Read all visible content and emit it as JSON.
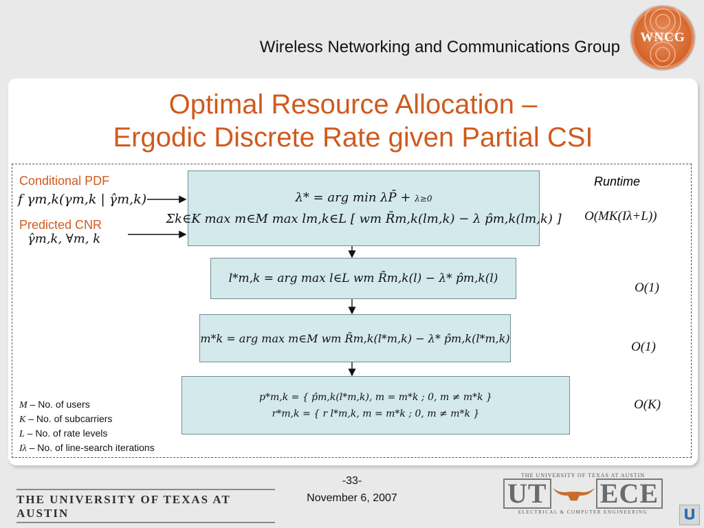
{
  "header": {
    "group_name": "Wireless Networking and Communications Group",
    "logo_text": "WNCG"
  },
  "slide": {
    "title_line1": "Optimal Resource Allocation –",
    "title_line2": "Ergodic Discrete Rate given Partial CSI"
  },
  "inputs": {
    "conditional_pdf_label": "Conditional PDF",
    "conditional_pdf_math": "f γm,k(γm,k | γ̂m,k)",
    "predicted_cnr_label": "Predicted CNR",
    "predicted_cnr_math": "γ̂m,k, ∀m, k"
  },
  "equations": {
    "eq1_line1": "λ* = arg min λP̄ +",
    "eq1_line1_sub": "λ≥0",
    "eq1_line2": "Σk∈K max m∈M max lm,k∈L [ wm R̄m,k(lm,k) − λ p̂m,k(lm,k) ]",
    "eq2": "l*m,k = arg max l∈L wm R̄m,k(l) − λ* p̂m,k(l)",
    "eq3": "m*k = arg max m∈M wm R̄m,k(l*m,k) − λ* p̂m,k(l*m,k)",
    "eq4_left": "p*m,k = { p̂m,k(l*m,k), m = m*k ; 0, m ≠ m*k }",
    "eq4_right": "r*m,k = { r l*m,k, m = m*k ; 0, m ≠ m*k }"
  },
  "runtime": {
    "heading": "Runtime",
    "r1": "O(MK(Iλ+L))",
    "r2": "O(1)",
    "r3": "O(1)",
    "r4": "O(K)"
  },
  "legend": [
    {
      "symbol": "M",
      "text": " – No. of users"
    },
    {
      "symbol": "K",
      "text": " – No. of subcarriers"
    },
    {
      "symbol": "L",
      "text": " – No. of rate levels"
    },
    {
      "symbol": "Iλ",
      "text": " – No. of line-search iterations"
    }
  ],
  "footer": {
    "page_number": "-33-",
    "date": "November 6, 2007",
    "university": "THE UNIVERSITY OF TEXAS AT AUSTIN",
    "utece_top": "THE UNIVERSITY OF TEXAS AT AUSTIN",
    "utece_ut": "UT",
    "utece_ece": "ECE",
    "utece_bottom": "ELECTRICAL & COMPUTER ENGINEERING"
  },
  "colors": {
    "accent": "#cf5a1e",
    "box_fill": "#d3e9ec",
    "box_border": "#6d8e93",
    "background": "#e9e9e9"
  },
  "icons": {
    "wncg": "wncg-logo-icon",
    "longhorn": "longhorn-icon",
    "corner": "u-logo-icon"
  }
}
